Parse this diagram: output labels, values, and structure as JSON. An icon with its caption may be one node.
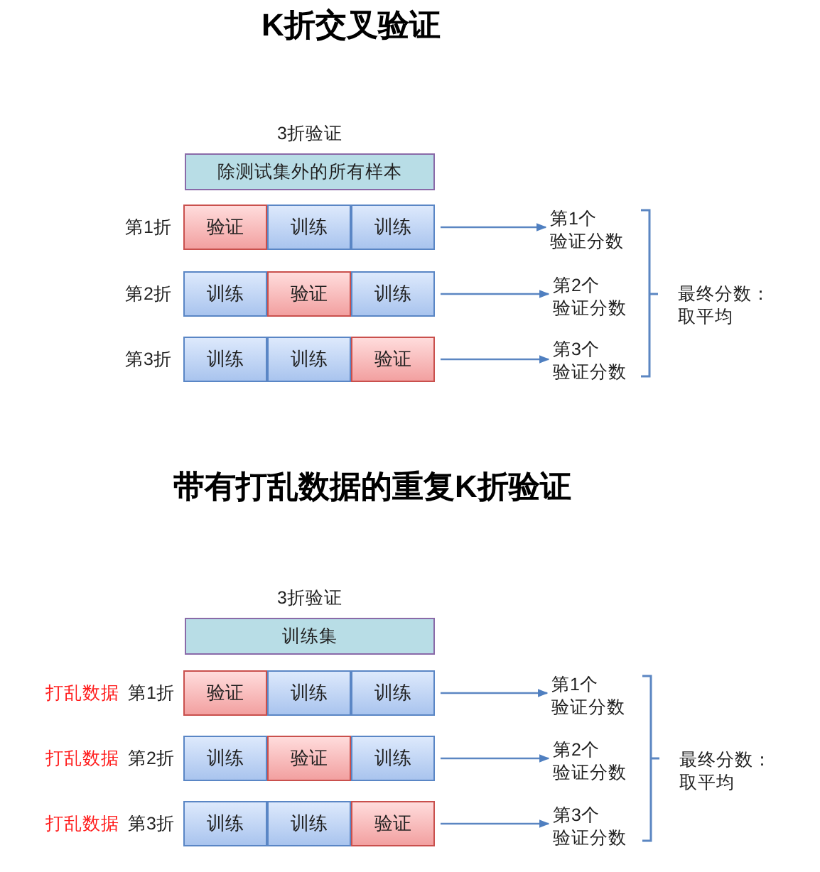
{
  "diagram": {
    "title": "K折交叉验证",
    "nodes": [
      {
        "text": [
          "3折验证",
          "除测试集外的所有样本"
        ]
      },
      {
        "text": [
          "验证"
        ]
      },
      {
        "text": [
          "训练"
        ]
      },
      {
        "text": [
          "训练"
        ]
      },
      {
        "text": [
          "第1个验证分数"
        ]
      },
      {
        "text": [
          "训练"
        ]
      },
      {
        "text": [
          "验证"
        ]
      },
      {
        "text": [
          "训练"
        ]
      },
      {
        "text": [
          "第2个验证分数"
        ]
      },
      {
        "text": [
          "训练"
        ]
      },
      {
        "text": [
          "训练"
        ]
      },
      {
        "text": [
          "验证"
        ]
      },
      {
        "text": [
          "第3个验证分数"
        ]
      },
      {
        "text": [
          "3折验证",
          "训练集"
        ]
      },
      {
        "text": [
          "验证"
        ]
      },
      {
        "text": [
          "训练"
        ]
      },
      {
        "text": [
          "训练"
        ]
      },
      {
        "text": [
          "第1个验证分数"
        ]
      },
      {
        "text": [
          "训练"
        ]
      },
      {
        "text": [
          "验证"
        ]
      },
      {
        "text": [
          "训练"
        ]
      },
      {
        "text": [
          "第2个验证分数"
        ]
      },
      {
        "text": [
          "训练"
        ]
      },
      {
        "text": [
          "训练"
        ]
      },
      {
        "text": [
          "验证"
        ]
      },
      {
        "text": [
          "第3个验证分数"
        ]
      }
    ],
    "edges": [
      {
        "from": 3,
        "to": 4,
        "arrow": "to"
      },
      {
        "from": 7,
        "to": 8,
        "arrow": "to"
      },
      {
        "from": 11,
        "to": 12,
        "arrow": "to"
      },
      {
        "from": 16,
        "to": 17,
        "arrow": "to"
      },
      {
        "from": 20,
        "to": 21,
        "arrow": "to"
      },
      {
        "from": 24,
        "to": 25,
        "arrow": "to"
      }
    ],
    "labels": [
      "第1折",
      "第2折",
      "第3折",
      "最终分数：取平均",
      "带有打乱数据的重复K折验证",
      "打乱数据",
      "第1折",
      "打乱数据",
      "第2折",
      "打乱数据",
      "第3折",
      "最终分数：取平均"
    ]
  }
}
